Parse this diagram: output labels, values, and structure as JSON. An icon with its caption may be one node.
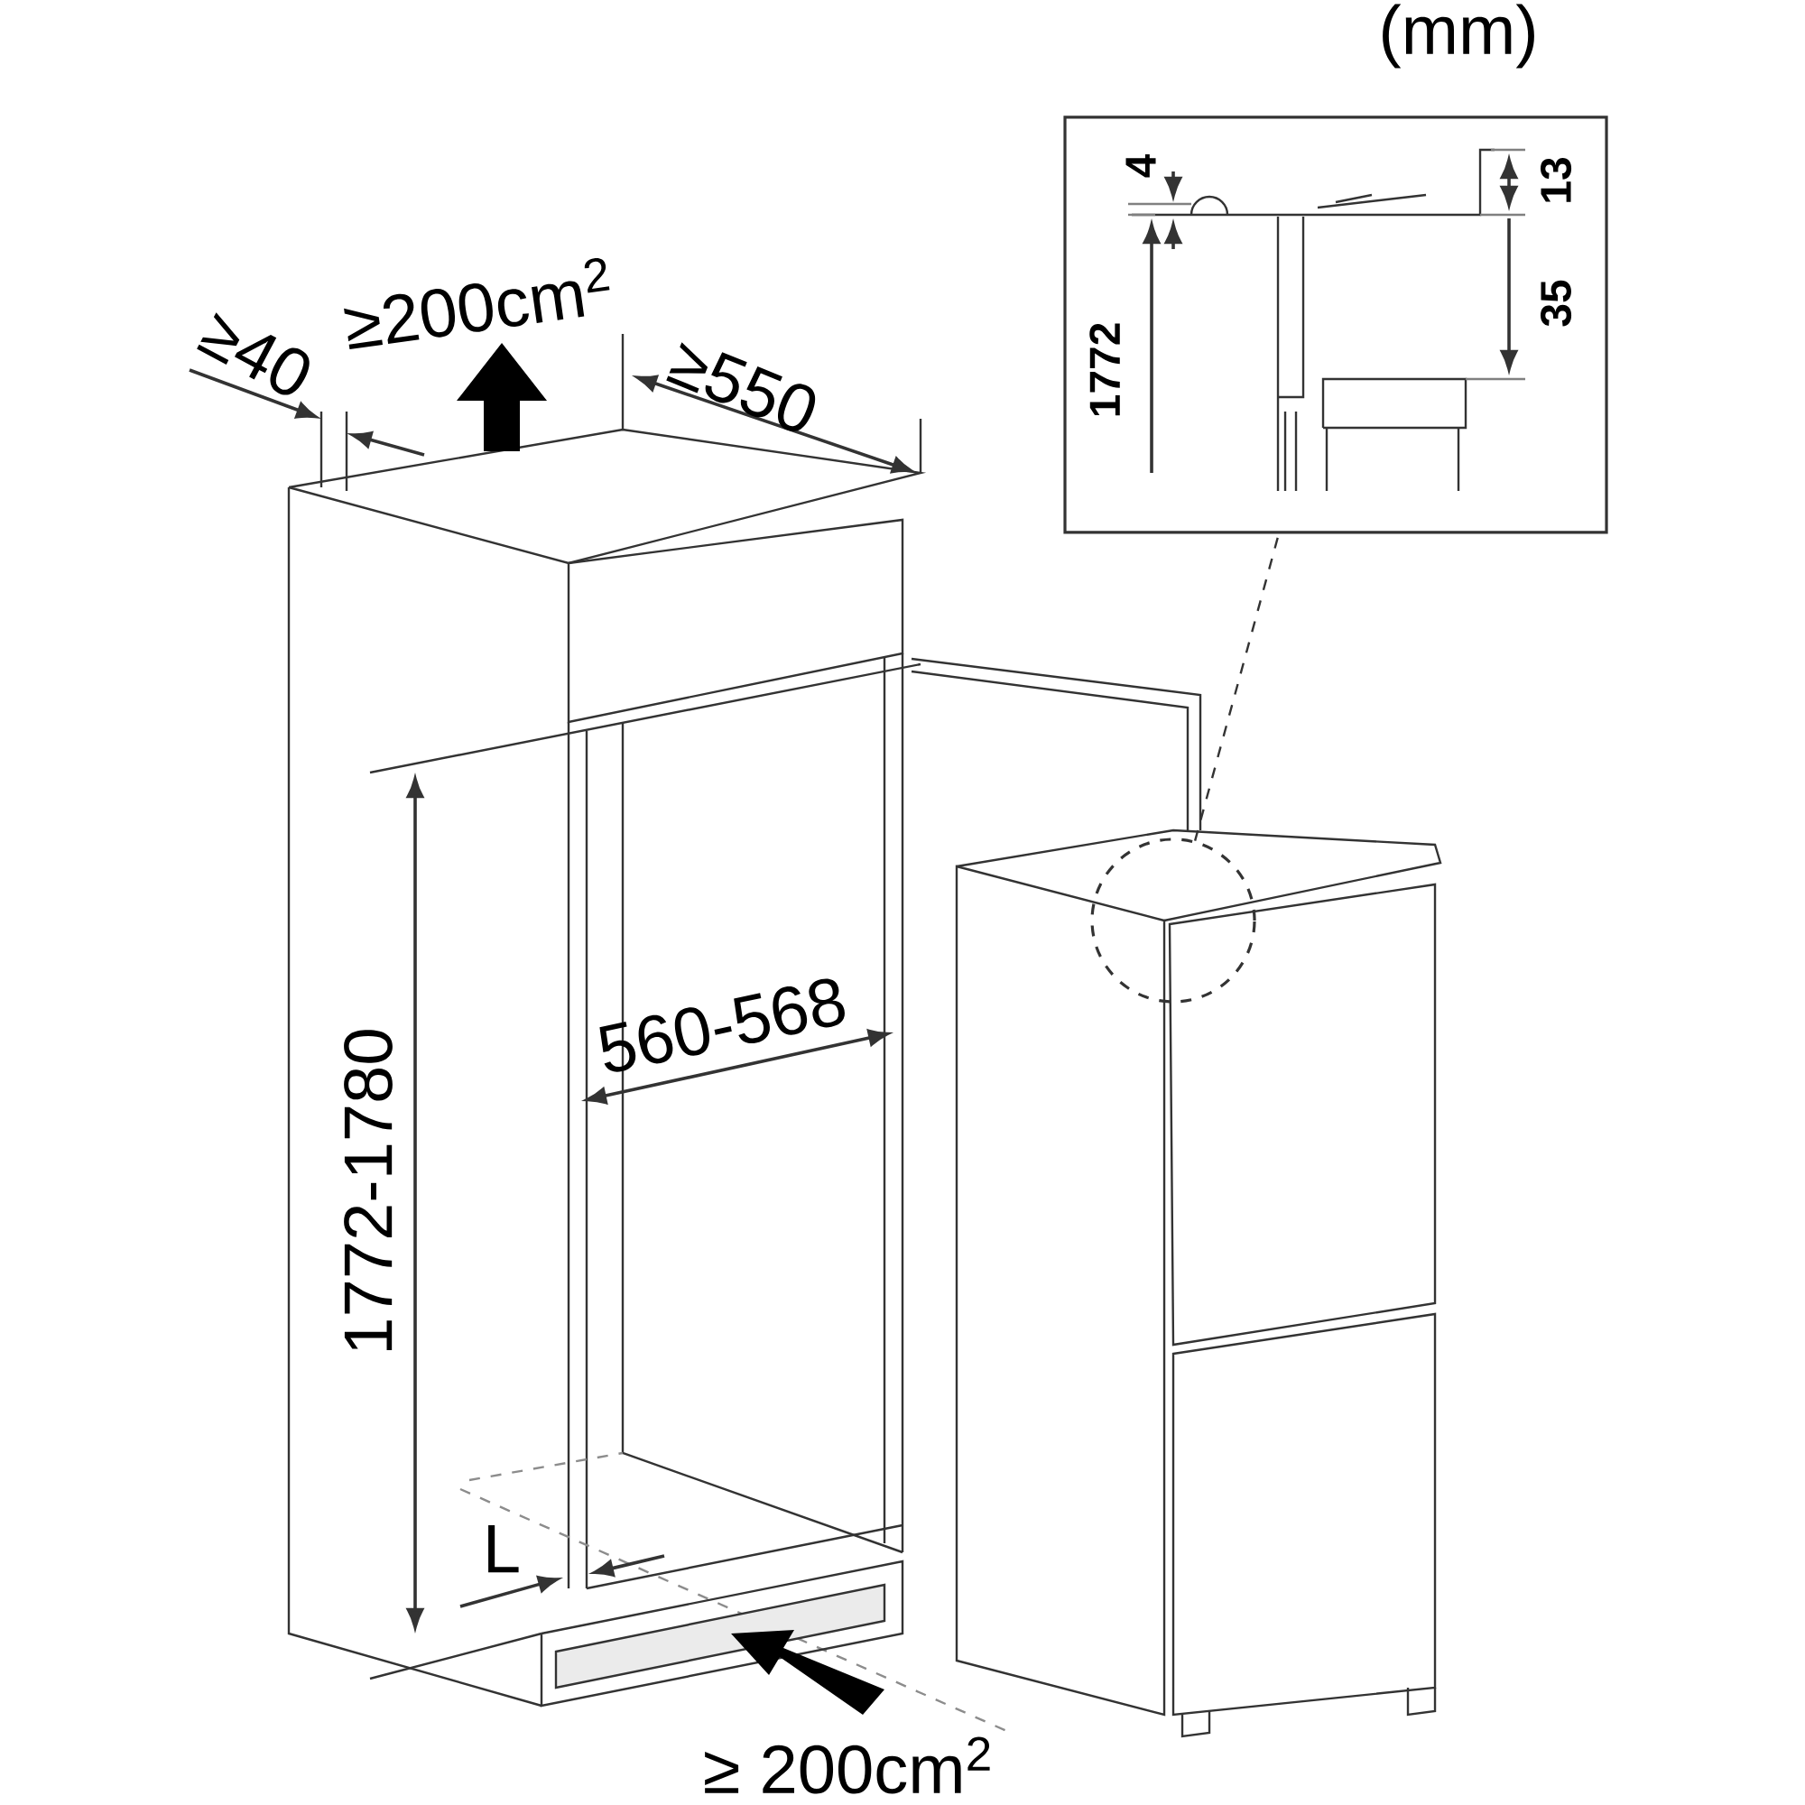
{
  "diagram": {
    "nodes": [
      {
        "text": [],
        "shape": "box"
      },
      {
        "text": [],
        "shape": "circle"
      }
    ],
    "edges": [
      {
        "from": 1,
        "to": 0,
        "arrow": "none",
        "style": "dashed"
      }
    ],
    "labels": [
      "(mm)",
      "4",
      "13",
      "1772",
      "35",
      "≥40",
      "≥200cm$^{2}$",
      "≥550",
      "560-568",
      "1772-1780",
      "L",
      "≥ 200cm$^{2}$"
    ]
  }
}
